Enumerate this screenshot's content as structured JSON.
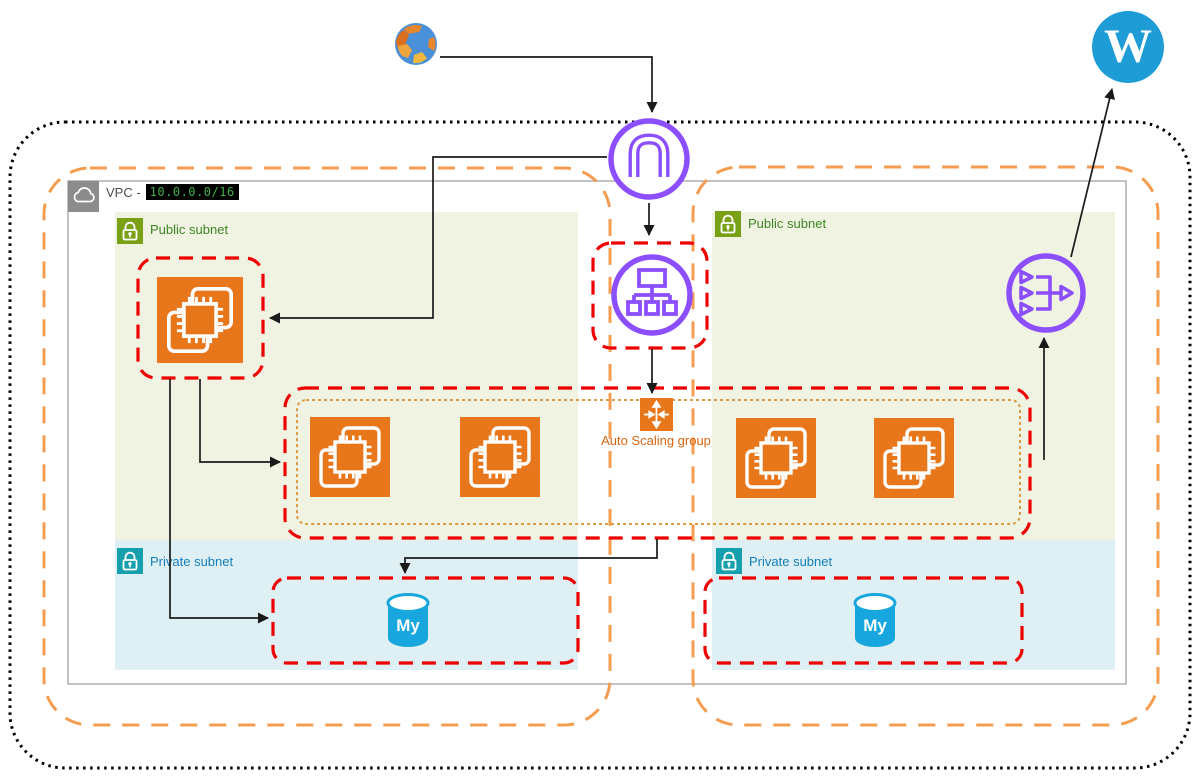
{
  "diagram": {
    "title": "AWS VPC WordPress architecture diagram",
    "labels": {
      "vpc_prefix": "VPC -",
      "vpc_cidr": "10.0.0.0/16",
      "public_subnet": "Public subnet",
      "private_subnet": "Private subnet",
      "auto_scaling_group": "Auto Scaling group",
      "mysql_text": "My",
      "wordpress_letter": "W"
    },
    "nodes": [
      {
        "name": "internet-globe",
        "type": "internet"
      },
      {
        "name": "internet-gateway",
        "type": "aws-internet-gateway"
      },
      {
        "name": "application-load-balancer",
        "type": "aws-elastic-load-balancer"
      },
      {
        "name": "bastion-ec2-instances",
        "type": "aws-ec2-instances"
      },
      {
        "name": "asg-ec2-instances",
        "type": "aws-ec2-instances",
        "count": 4
      },
      {
        "name": "auto-scaling-group",
        "type": "aws-auto-scaling"
      },
      {
        "name": "mysql-left",
        "type": "mysql-database"
      },
      {
        "name": "mysql-right",
        "type": "mysql-database"
      },
      {
        "name": "nat-gateway",
        "type": "aws-nat-gateway"
      },
      {
        "name": "wordpress",
        "type": "wordpress-site"
      }
    ],
    "colors": {
      "aws_orange": "#E8761B",
      "asg_text_orange": "#D86613",
      "security_group_red": "#EE0000",
      "availability_zone_orange": "#F49D51",
      "networking_purple": "#8C4FFF",
      "public_subnet_green_icon": "#7AA116",
      "public_subnet_text_green": "#3F8624",
      "private_subnet_teal_icon": "#16A0AE",
      "private_subnet_text_blue": "#147EBA",
      "public_subnet_fill": "#F0F2E2",
      "private_subnet_fill": "#DFF0F5",
      "mysql_cyan": "#17A7DE",
      "wordpress_blue": "#1E9CD6",
      "cidr_terminal_green": "#3FAF46",
      "vpc_border_gray": "#999999"
    }
  }
}
